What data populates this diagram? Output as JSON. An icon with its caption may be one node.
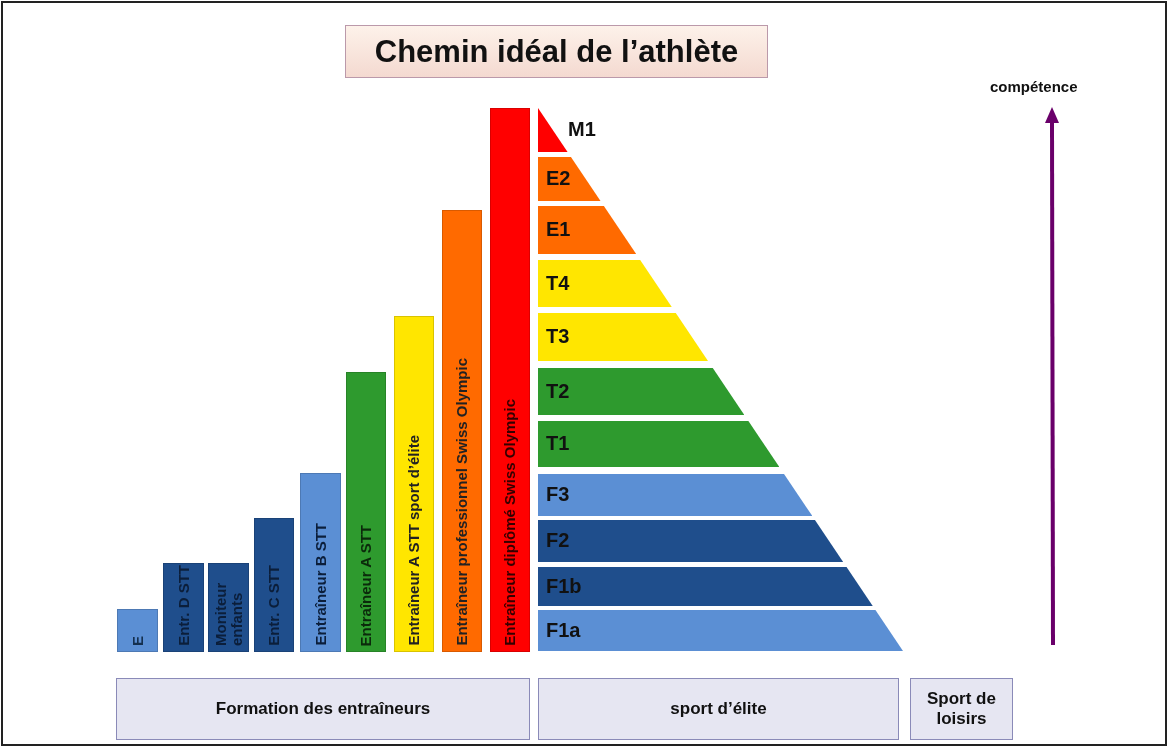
{
  "diagram": {
    "title": "Chemin idéal de l’athlète",
    "nodes": [
      {
        "text": [
          "E"
        ]
      },
      {
        "text": [
          "Entr. D STT"
        ]
      },
      {
        "text": [
          "Moniteur enfants"
        ]
      },
      {
        "text": [
          "Entr. C STT"
        ]
      },
      {
        "text": [
          "Entraîneur B STT"
        ]
      },
      {
        "text": [
          "Entraîneur A STT"
        ]
      },
      {
        "text": [
          "Entraîneur A STT sport d’élite"
        ]
      },
      {
        "text": [
          "Entraîneur professionnel Swiss Olympic"
        ]
      },
      {
        "text": [
          "Entraîneur diplômé Swiss Olympic"
        ]
      },
      {
        "text": [
          "M1"
        ]
      },
      {
        "text": [
          "E2"
        ]
      },
      {
        "text": [
          "E1"
        ]
      },
      {
        "text": [
          "T4"
        ]
      },
      {
        "text": [
          "T3"
        ]
      },
      {
        "text": [
          "T2"
        ]
      },
      {
        "text": [
          "T1"
        ]
      },
      {
        "text": [
          "F3"
        ]
      },
      {
        "text": [
          "F2"
        ]
      },
      {
        "text": [
          "F1b"
        ]
      },
      {
        "text": [
          "F1a"
        ]
      },
      {
        "text": [
          "Formation des entraîneurs"
        ]
      },
      {
        "text": [
          "sport d’élite"
        ]
      },
      {
        "text": [
          "Sport de loisirs"
        ]
      }
    ],
    "labels": [
      "compétence"
    ]
  }
}
